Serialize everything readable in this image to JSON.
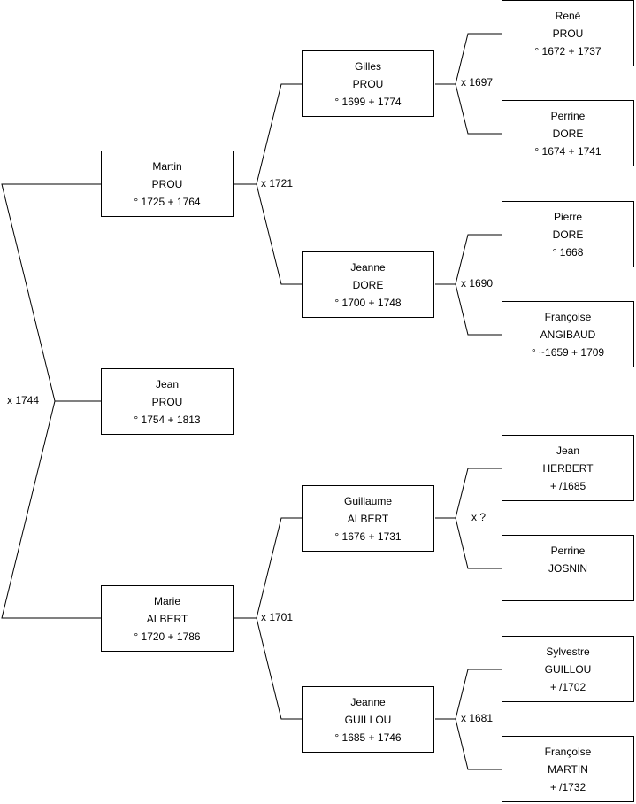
{
  "people": {
    "jean_prou": {
      "given": "Jean",
      "surname": "PROU",
      "dates": "° 1754 + 1813"
    },
    "martin_prou": {
      "given": "Martin",
      "surname": "PROU",
      "dates": "° 1725 + 1764"
    },
    "marie_albert": {
      "given": "Marie",
      "surname": "ALBERT",
      "dates": "° 1720 + 1786"
    },
    "gilles_prou": {
      "given": "Gilles",
      "surname": "PROU",
      "dates": "° 1699 + 1774"
    },
    "jeanne_dore": {
      "given": "Jeanne",
      "surname": "DORE",
      "dates": "° 1700 + 1748"
    },
    "guillaume_albert": {
      "given": "Guillaume",
      "surname": "ALBERT",
      "dates": "° 1676 + 1731"
    },
    "jeanne_guillou": {
      "given": "Jeanne",
      "surname": "GUILLOU",
      "dates": "° 1685 + 1746"
    },
    "rene_prou": {
      "given": "René",
      "surname": "PROU",
      "dates": "° 1672 + 1737"
    },
    "perrine_dore": {
      "given": "Perrine",
      "surname": "DORE",
      "dates": "° 1674 + 1741"
    },
    "pierre_dore": {
      "given": "Pierre",
      "surname": "DORE",
      "dates": "° 1668"
    },
    "francoise_angibaud": {
      "given": "Françoise",
      "surname": "ANGIBAUD",
      "dates": "° ~1659 + 1709"
    },
    "jean_herbert": {
      "given": "Jean",
      "surname": "HERBERT",
      "dates": "+ /1685"
    },
    "perrine_josnin": {
      "given": "Perrine",
      "surname": "JOSNIN",
      "dates": ""
    },
    "sylvestre_guillou": {
      "given": "Sylvestre",
      "surname": "GUILLOU",
      "dates": "+ /1702"
    },
    "francoise_martin": {
      "given": "Françoise",
      "surname": "MARTIN",
      "dates": "+ /1732"
    }
  },
  "marriages": {
    "m_1744": "x 1744",
    "m_1721": "x 1721",
    "m_1701": "x 1701",
    "m_1697": "x 1697",
    "m_1690": "x 1690",
    "m_unknown": "x ?",
    "m_1681": "x 1681"
  }
}
